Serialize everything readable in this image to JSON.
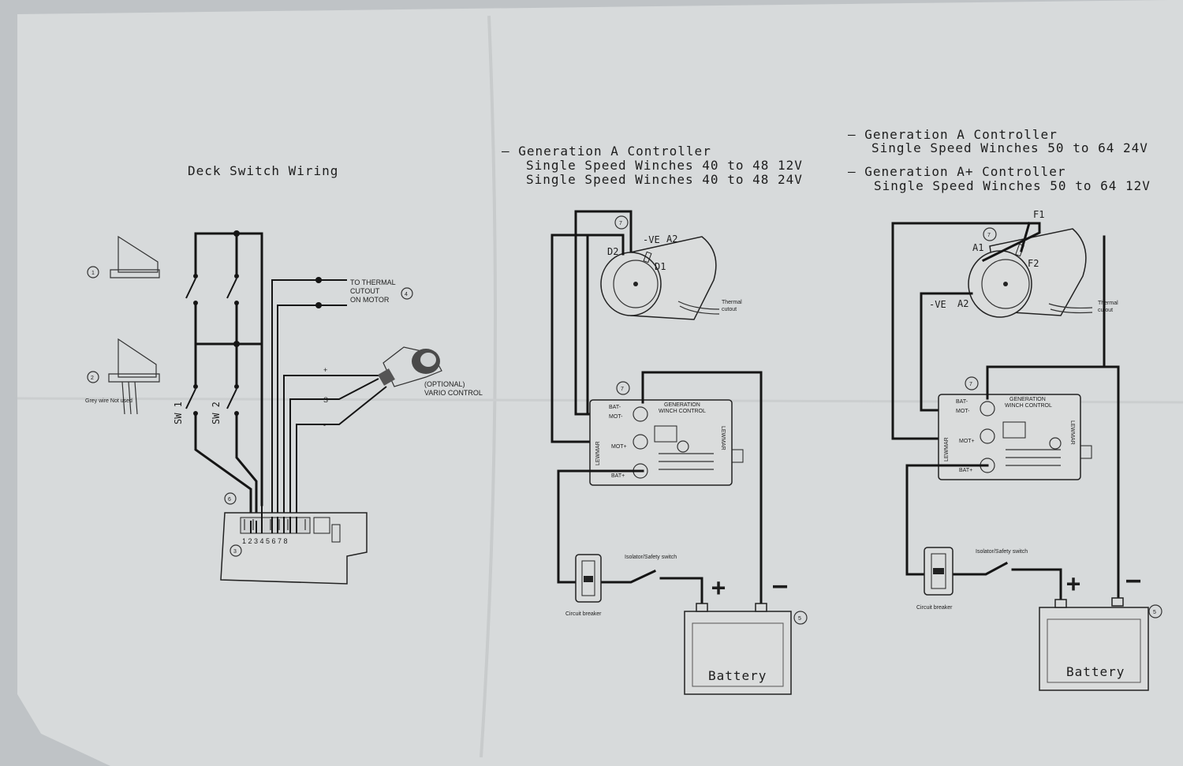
{
  "deck": {
    "title": "Deck Switch Wiring",
    "thermal_note": [
      "TO THERMAL",
      "CUTOUT",
      "ON MOTOR"
    ],
    "vario_note": [
      "(OPTIONAL)",
      "VARIO CONTROL"
    ],
    "sw1": "SW 1",
    "sw2": "SW 2",
    "terminal_numbers": "1 2 3 4 5 6 7 8",
    "markers": {
      "one": "1",
      "two": "2",
      "three": "3",
      "four": "4",
      "six": "6"
    },
    "vario_terms": {
      "plus": "+",
      "s": "S",
      "minus": "-"
    },
    "leaf_label": "Grey wire Not used"
  },
  "genA": {
    "line1": "– Generation A Controller",
    "line2": "Single Speed Winches 40 to 48 12V",
    "line3": "Single Speed Winches 40 to 48 24V",
    "motor": {
      "d2": "D2",
      "ve": "-VE",
      "a2": "A2",
      "d1": "D1",
      "marker": "7",
      "thermal": [
        "Thermal",
        "cutout"
      ]
    },
    "controller": {
      "marker": "7",
      "bat_minus": "BAT-",
      "mot_minus": "MOT-",
      "mot_plus": "MOT+",
      "bat_plus": "BAT+",
      "brand": "LEWMAR",
      "title": [
        "GENERATION",
        "WINCH CONTROL"
      ]
    },
    "isolator": "Isolator/Safety switch",
    "breaker": "Circuit breaker",
    "plus": "+",
    "minus": "–",
    "battery": "Battery",
    "battery_marker": "5"
  },
  "genAplus": {
    "line1": "– Generation A Controller",
    "line2": "Single Speed Winches 50 to 64 24V",
    "line3": "– Generation A+ Controller",
    "line4": "Single Speed Winches 50 to 64 12V",
    "motor": {
      "f1": "F1",
      "a1": "A1",
      "f2": "F2",
      "ve": "-VE",
      "a2": "A2",
      "marker": "7",
      "thermal": [
        "Thermal",
        "cutout"
      ]
    },
    "controller": {
      "marker": "7",
      "bat_minus": "BAT-",
      "mot_minus": "MOT-",
      "mot_plus": "MOT+",
      "bat_plus": "BAT+",
      "brand": "LEWMAR",
      "title": [
        "GENERATION",
        "WINCH CONTROL"
      ]
    },
    "isolator": "Isolator/Safety switch",
    "breaker": "Circuit breaker",
    "plus": "+",
    "minus": "–",
    "battery": "Battery",
    "battery_marker": "5"
  }
}
